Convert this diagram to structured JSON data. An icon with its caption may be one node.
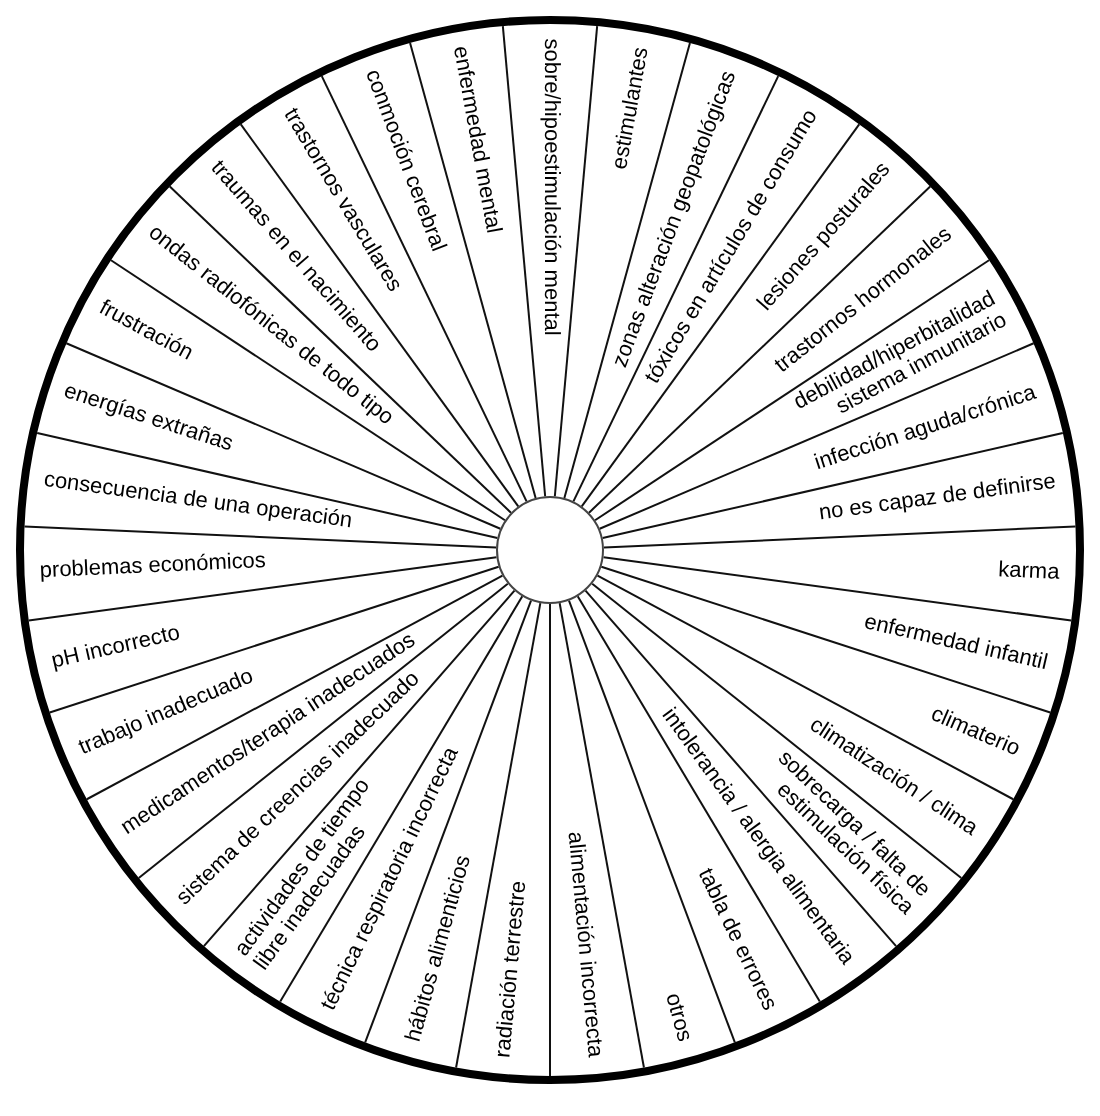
{
  "diagram": {
    "nodes": [
      {
        "text": [
          "sobre/hipoestimulación mental"
        ]
      },
      {
        "text": [
          "estimulantes"
        ]
      },
      {
        "text": [
          "zonas alteración geopatológicas"
        ]
      },
      {
        "text": [
          "tóxicos en artículos de consumo"
        ]
      },
      {
        "text": [
          "lesiones posturales"
        ]
      },
      {
        "text": [
          "trastornos hormonales"
        ]
      },
      {
        "text": [
          "debilidad/hiperbitalidad sistema inmunitario"
        ]
      },
      {
        "text": [
          "infección aguda/crónica"
        ]
      },
      {
        "text": [
          "no es capaz de definirse"
        ]
      },
      {
        "text": [
          "karma"
        ]
      },
      {
        "text": [
          "enfermedad infantil"
        ]
      },
      {
        "text": [
          "climaterio"
        ]
      },
      {
        "text": [
          "climatización / clima"
        ]
      },
      {
        "text": [
          "sobrecarga / falta de estimulación física"
        ]
      },
      {
        "text": [
          "intolerancia / alergia alimentaria"
        ]
      },
      {
        "text": [
          "tabla de errores"
        ]
      },
      {
        "text": [
          "otros"
        ]
      },
      {
        "text": [
          "alimentación incorrecta"
        ]
      },
      {
        "text": [
          "radiación terrestre"
        ]
      },
      {
        "text": [
          "hábitos alimenticios"
        ]
      },
      {
        "text": [
          "técnica respiratoria incorrecta"
        ]
      },
      {
        "text": [
          "actividades de tiempo libre inadecuadas"
        ]
      },
      {
        "text": [
          "sistema de creencias inadecuado"
        ]
      },
      {
        "text": [
          "medicamentos/terapia inadecuados"
        ]
      },
      {
        "text": [
          "trabajo inadecuado"
        ]
      },
      {
        "text": [
          "pH incorrecto"
        ]
      },
      {
        "text": [
          "problemas económicos"
        ]
      },
      {
        "text": [
          "consecuencia de una operación"
        ]
      },
      {
        "text": [
          "energías extrañas"
        ]
      },
      {
        "text": [
          "frustración"
        ]
      },
      {
        "text": [
          "ondas radiofónicas de todo tipo"
        ]
      },
      {
        "text": [
          "traumas en el nacimiento"
        ]
      },
      {
        "text": [
          "trastornos vasculares"
        ]
      },
      {
        "text": [
          "conmoción cerebral"
        ]
      },
      {
        "text": [
          "enfermedad mental"
        ]
      },
      {
        "text": [],
        "shape": "circle"
      }
    ]
  }
}
